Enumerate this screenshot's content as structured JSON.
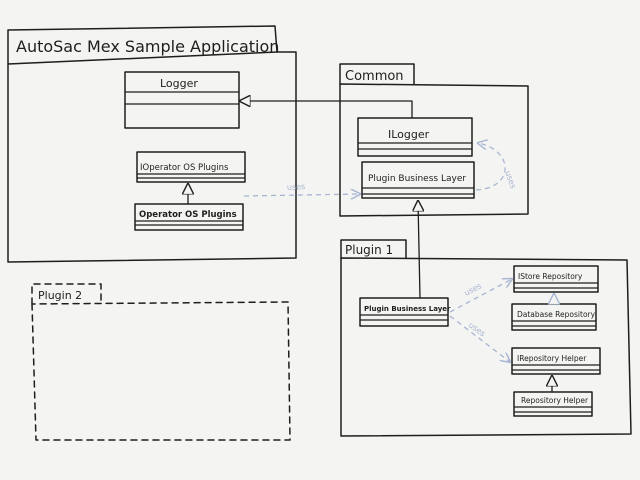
{
  "diagram": {
    "packages": {
      "app": {
        "label": "AutoSac Mex Sample Application"
      },
      "common": {
        "label": "Common"
      },
      "plugin1": {
        "label": "Plugin 1"
      },
      "plugin2": {
        "label": "Plugin 2"
      }
    },
    "classes": {
      "logger": "Logger",
      "ioperator": "IOperator OS Plugins",
      "operator": "Operator OS Plugins",
      "ilogger": "ILogger",
      "plugin_bl_common": "Plugin Business Layer",
      "plugin_bl_p1": "Plugin Business Layer",
      "istore_repo": "IStore Repository",
      "database_repo": "Database Repository",
      "irepo_helper": "IRepository Helper",
      "repo_helper": "Repository Helper"
    },
    "relations": {
      "uses_label": "uses"
    },
    "colors": {
      "ink": "#1e1e1e",
      "uses": "#a9b6d2",
      "board": "#f4f4f2"
    }
  }
}
